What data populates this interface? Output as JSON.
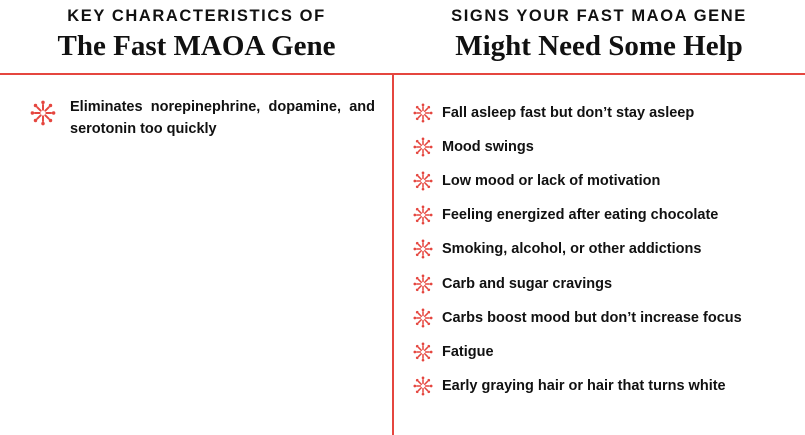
{
  "colors": {
    "accent": "#e5463f",
    "text": "#111111",
    "background": "#ffffff"
  },
  "icon": "asterisk-burst-icon",
  "left": {
    "kicker": "KEY CHARACTERISTICS OF",
    "title": "The Fast MAOA Gene",
    "items": [
      {
        "text": "Eliminates norepinephrine, dopamine, and serotonin too quickly"
      }
    ]
  },
  "right": {
    "kicker": "SIGNS YOUR FAST MAOA GENE",
    "title": "Might Need Some Help",
    "items": [
      {
        "text": "Fall asleep fast but don’t stay asleep"
      },
      {
        "text": "Mood swings"
      },
      {
        "text": "Low mood or lack of motivation"
      },
      {
        "text": "Feeling energized after eating chocolate"
      },
      {
        "text": "Smoking, alcohol, or other addictions"
      },
      {
        "text": "Carb and sugar cravings"
      },
      {
        "text": "Carbs boost mood but don’t increase focus"
      },
      {
        "text": "Fatigue"
      },
      {
        "text": "Early graying hair or hair that turns white"
      }
    ]
  }
}
